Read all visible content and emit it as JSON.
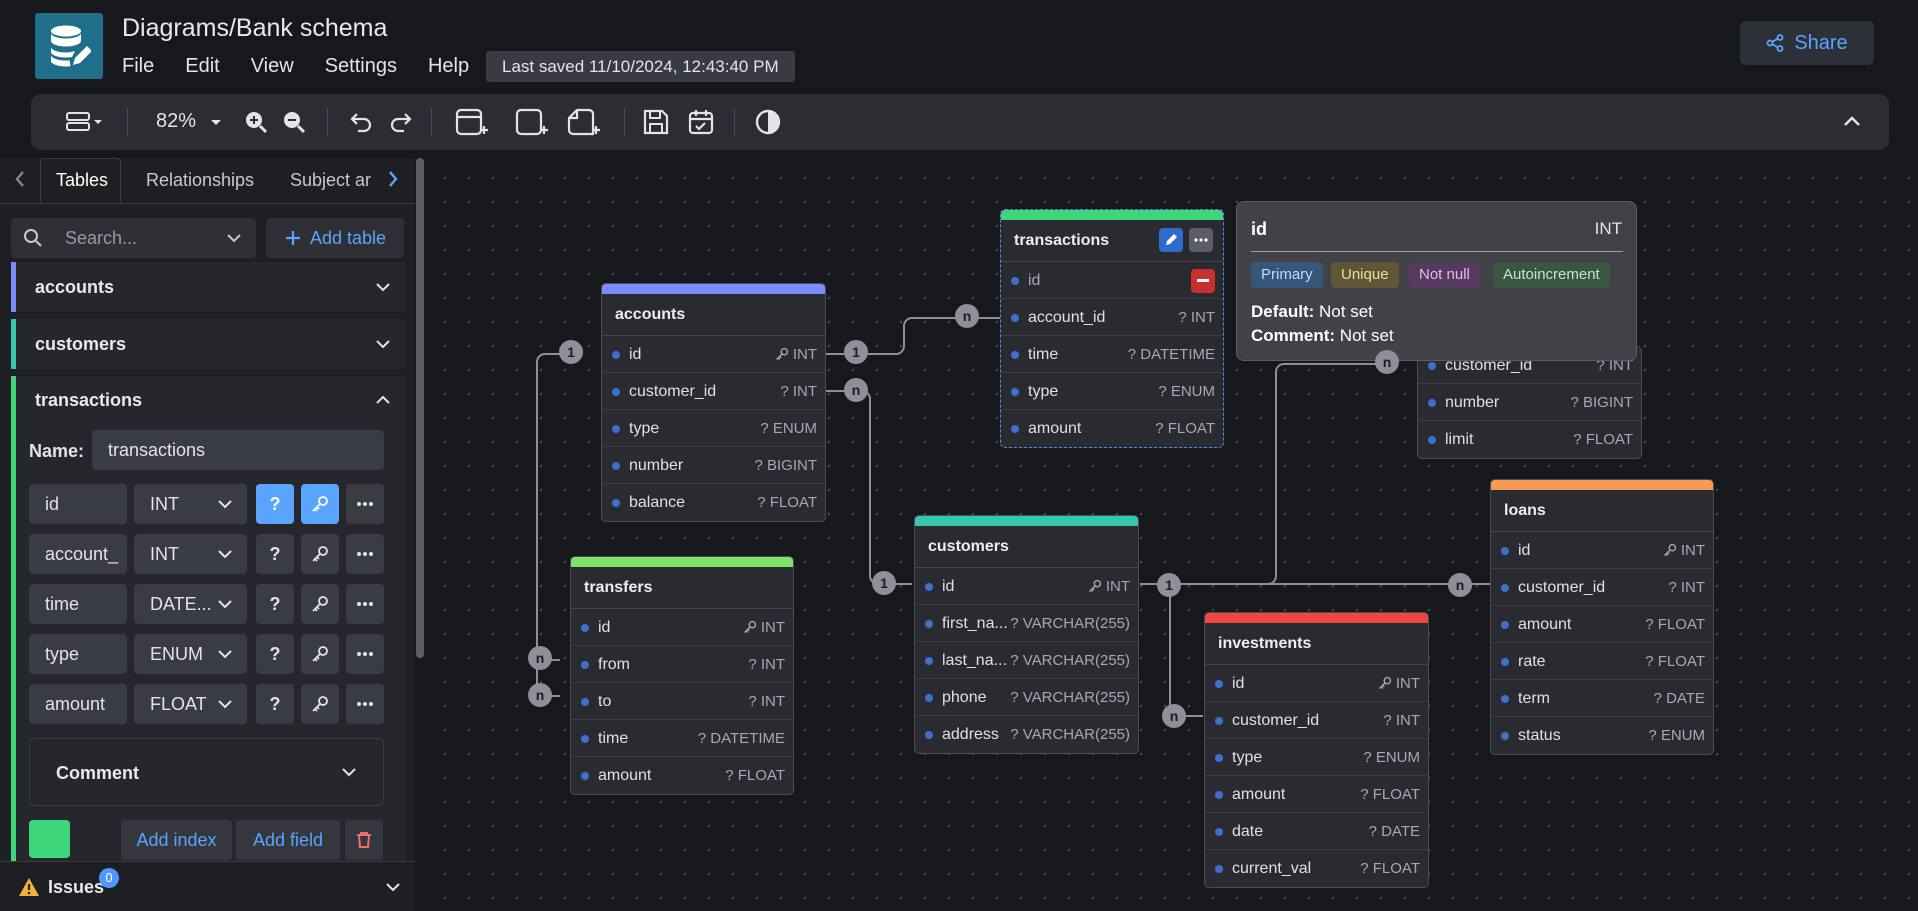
{
  "header": {
    "title": "Diagrams/Bank schema",
    "menu": [
      "File",
      "Edit",
      "View",
      "Settings",
      "Help"
    ],
    "last_saved": "Last saved 11/10/2024, 12:43:40 PM",
    "share_label": "Share"
  },
  "toolbar": {
    "zoom": "82%"
  },
  "sidebar": {
    "tabs": [
      "Tables",
      "Relationships",
      "Subject ar"
    ],
    "search_placeholder": "Search...",
    "add_table": "Add table",
    "groups": [
      {
        "label": "accounts",
        "color": "#7a8cff"
      },
      {
        "label": "customers",
        "color": "#37c7b0"
      },
      {
        "label": "transactions",
        "color": "#3dd67a"
      }
    ],
    "name_label": "Name:",
    "name_value": "transactions",
    "fields": [
      {
        "name": "id",
        "type": "INT"
      },
      {
        "name": "account_",
        "type": "INT"
      },
      {
        "name": "time",
        "type": "DATE..."
      },
      {
        "name": "type",
        "type": "ENUM"
      },
      {
        "name": "amount",
        "type": "FLOAT"
      }
    ],
    "comment_label": "Comment",
    "add_index": "Add index",
    "add_field": "Add field",
    "issues_label": "Issues",
    "issues_count": "0"
  },
  "tables": {
    "accounts": {
      "title": "accounts",
      "color": "#7a8cff",
      "rows": [
        {
          "n": "id",
          "t": "INT",
          "key": true
        },
        {
          "n": "customer_id",
          "t": "? INT"
        },
        {
          "n": "type",
          "t": "? ENUM"
        },
        {
          "n": "number",
          "t": "? BIGINT"
        },
        {
          "n": "balance",
          "t": "? FLOAT"
        }
      ]
    },
    "transactions": {
      "title": "transactions",
      "color": "#3dd67a",
      "rows": [
        {
          "n": "id",
          "t": ""
        },
        {
          "n": "account_id",
          "t": "? INT"
        },
        {
          "n": "time",
          "t": "? DATETIME"
        },
        {
          "n": "type",
          "t": "? ENUM"
        },
        {
          "n": "amount",
          "t": "? FLOAT"
        }
      ]
    },
    "cards": {
      "rows": [
        {
          "n": "customer_id",
          "t": "? INT"
        },
        {
          "n": "number",
          "t": "? BIGINT"
        },
        {
          "n": "limit",
          "t": "? FLOAT"
        }
      ]
    },
    "customers": {
      "title": "customers",
      "color": "#37c7b0",
      "rows": [
        {
          "n": "id",
          "t": "INT",
          "key": true
        },
        {
          "n": "first_na...",
          "t": "? VARCHAR(255)"
        },
        {
          "n": "last_na...",
          "t": "? VARCHAR(255)"
        },
        {
          "n": "phone",
          "t": "? VARCHAR(255)"
        },
        {
          "n": "address",
          "t": "? VARCHAR(255)"
        }
      ]
    },
    "transfers": {
      "title": "transfers",
      "color": "#7fe36a",
      "rows": [
        {
          "n": "id",
          "t": "INT",
          "key": true
        },
        {
          "n": "from",
          "t": "? INT"
        },
        {
          "n": "to",
          "t": "? INT"
        },
        {
          "n": "time",
          "t": "? DATETIME"
        },
        {
          "n": "amount",
          "t": "? FLOAT"
        }
      ]
    },
    "investments": {
      "title": "investments",
      "color": "#f04545",
      "rows": [
        {
          "n": "id",
          "t": "INT",
          "key": true
        },
        {
          "n": "customer_id",
          "t": "? INT"
        },
        {
          "n": "type",
          "t": "? ENUM"
        },
        {
          "n": "amount",
          "t": "? FLOAT"
        },
        {
          "n": "date",
          "t": "? DATE"
        },
        {
          "n": "current_val",
          "t": "? FLOAT"
        }
      ]
    },
    "loans": {
      "title": "loans",
      "color": "#f79a55",
      "rows": [
        {
          "n": "id",
          "t": "INT",
          "key": true
        },
        {
          "n": "customer_id",
          "t": "? INT"
        },
        {
          "n": "amount",
          "t": "? FLOAT"
        },
        {
          "n": "rate",
          "t": "? FLOAT"
        },
        {
          "n": "term",
          "t": "? DATE"
        },
        {
          "n": "status",
          "t": "? ENUM"
        }
      ]
    }
  },
  "tooltip": {
    "field": "id",
    "type": "INT",
    "chips": [
      "Primary",
      "Unique",
      "Not null",
      "Autoincrement"
    ],
    "default_label": "Default:",
    "default_value": "Not set",
    "comment_label": "Comment:",
    "comment_value": "Not set"
  },
  "badges": {
    "one": "1",
    "many": "n"
  }
}
